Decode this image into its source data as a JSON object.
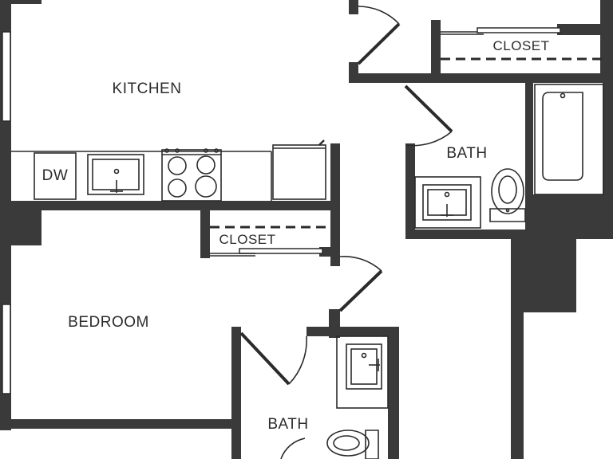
{
  "plan": {
    "rooms": {
      "kitchen": "KITCHEN",
      "bedroom": "BEDROOM",
      "bath_upper": "BATH",
      "bath_lower": "BATH",
      "closet_upper": "CLOSET",
      "closet_middle": "CLOSET",
      "dishwasher": "DW"
    },
    "colors": {
      "wall": "#3a3a3a",
      "line": "#2b2b2b",
      "background": "#ffffff"
    }
  }
}
